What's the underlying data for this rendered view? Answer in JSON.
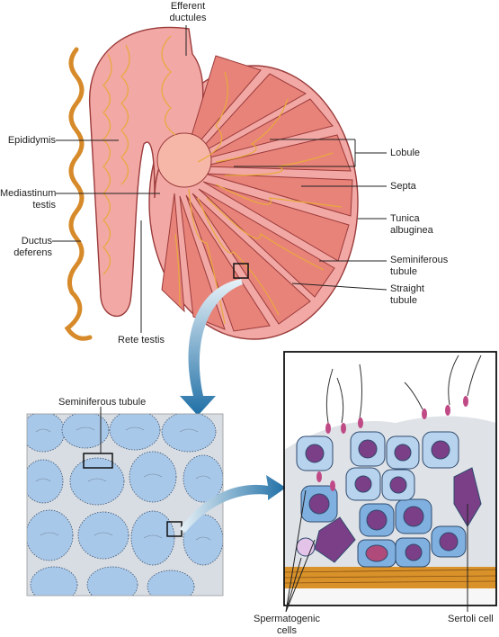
{
  "labels": {
    "efferent_ductules": "Efferent\nductules",
    "epididymis": "Epididymis",
    "mediastinum_testis": "Mediastinum\ntestis",
    "ductus_deferens": "Ductus\ndeferens",
    "rete_testis": "Rete testis",
    "lobule": "Lobule",
    "septa": "Septa",
    "tunica_albuginea": "Tunica\nalbuginea",
    "seminiferous_tubule_right": "Seminiferous\ntubule",
    "straight_tubule": "Straight\ntubule",
    "seminiferous_tubule_section": "Seminiferous tubule",
    "spermatogenic_cells": "Spermatogenic\ncells",
    "sertoli_cell": "Sertoli cell"
  },
  "colors": {
    "testis_fill": "#f2a8a4",
    "testis_outline": "#9b3b3b",
    "tubule": "#f4c056",
    "lobule_fill": "#e8837a",
    "section_bg": "#c9d7e6",
    "tubule_section": "#a8c8ea",
    "cell_purple": "#7a3f86",
    "cell_blue": "#7fb0e0",
    "arrow": "#2c7bb0",
    "connective": "#d9922a"
  }
}
